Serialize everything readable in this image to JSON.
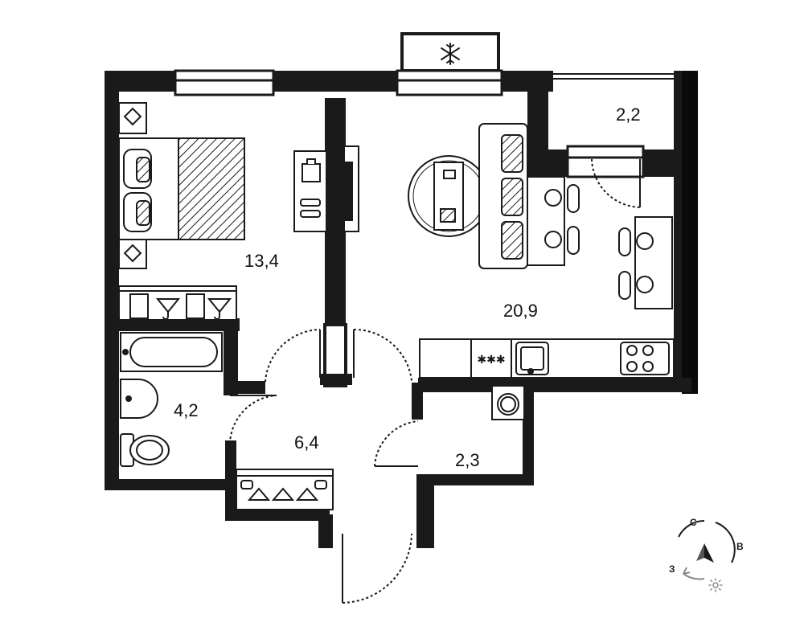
{
  "colors": {
    "wall": "#1a1a1a",
    "wall_dark": "#0a0a0a",
    "line": "#1a1a1a",
    "grey": "#8a8a8a",
    "background": "#ffffff"
  },
  "rooms": {
    "bedroom": {
      "area": "13,4"
    },
    "living_kitchen": {
      "area": "20,9"
    },
    "balcony": {
      "area": "2,2"
    },
    "bathroom": {
      "area": "4,2"
    },
    "hallway": {
      "area": "6,4"
    },
    "storage": {
      "area": "2,3"
    }
  },
  "compass": {
    "north": "С",
    "east": "В",
    "west": "З",
    "icons": [
      "compass-needle-icon",
      "sun-icon"
    ]
  },
  "icons": [
    "snowflake-icon",
    "bed-icon",
    "bathtub-icon",
    "toilet-icon",
    "sink-icon",
    "washing-machine-icon",
    "stove-icon",
    "sofa-icon",
    "hanger-icon"
  ]
}
